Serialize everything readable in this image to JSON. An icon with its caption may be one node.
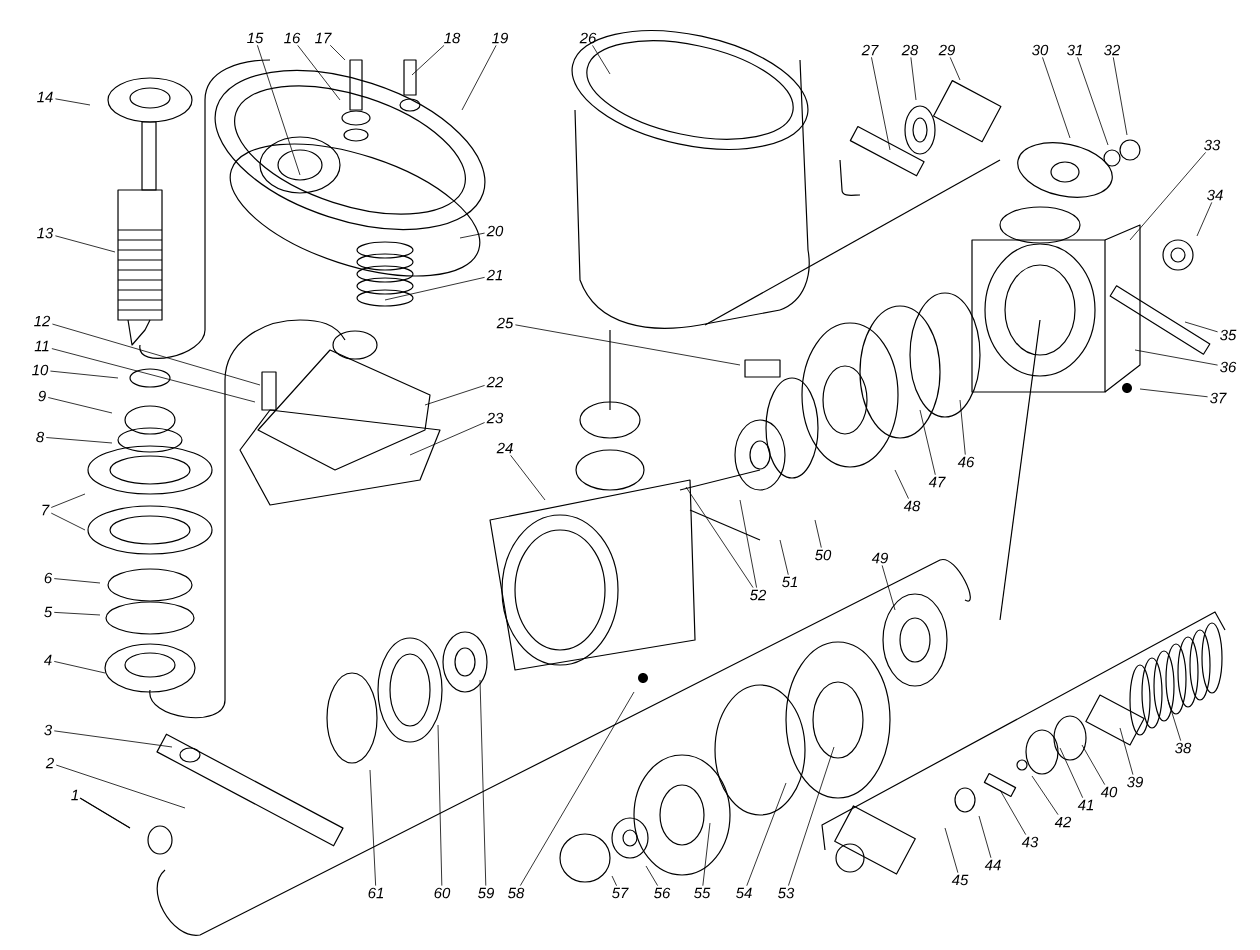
{
  "diagram": {
    "nodes": [
      {
        "text": [
          "1"
        ]
      },
      {
        "text": [
          "2"
        ]
      },
      {
        "text": [
          "3"
        ]
      },
      {
        "text": [
          "4"
        ]
      },
      {
        "text": [
          "5"
        ]
      },
      {
        "text": [
          "6"
        ]
      },
      {
        "text": [
          "7"
        ]
      },
      {
        "text": [
          "8"
        ]
      },
      {
        "text": [
          "9"
        ]
      },
      {
        "text": [
          "10"
        ]
      },
      {
        "text": [
          "11"
        ]
      },
      {
        "text": [
          "12"
        ]
      },
      {
        "text": [
          "13"
        ]
      },
      {
        "text": [
          "14"
        ]
      },
      {
        "text": [
          "15"
        ]
      },
      {
        "text": [
          "16"
        ]
      },
      {
        "text": [
          "17"
        ]
      },
      {
        "text": [
          "18"
        ]
      },
      {
        "text": [
          "19"
        ]
      },
      {
        "text": [
          "20"
        ]
      },
      {
        "text": [
          "21"
        ]
      },
      {
        "text": [
          "22"
        ]
      },
      {
        "text": [
          "23"
        ]
      },
      {
        "text": [
          "24"
        ]
      },
      {
        "text": [
          "25"
        ]
      },
      {
        "text": [
          "26"
        ]
      },
      {
        "text": [
          "27"
        ]
      },
      {
        "text": [
          "28"
        ]
      },
      {
        "text": [
          "29"
        ]
      },
      {
        "text": [
          "30"
        ]
      },
      {
        "text": [
          "31"
        ]
      },
      {
        "text": [
          "32"
        ]
      },
      {
        "text": [
          "33"
        ]
      },
      {
        "text": [
          "34"
        ]
      },
      {
        "text": [
          "35"
        ]
      },
      {
        "text": [
          "36"
        ]
      },
      {
        "text": [
          "37"
        ]
      },
      {
        "text": [
          "38"
        ]
      },
      {
        "text": [
          "39"
        ]
      },
      {
        "text": [
          "40"
        ]
      },
      {
        "text": [
          "41"
        ]
      },
      {
        "text": [
          "42"
        ]
      },
      {
        "text": [
          "43"
        ]
      },
      {
        "text": [
          "44"
        ]
      },
      {
        "text": [
          "45"
        ]
      },
      {
        "text": [
          "46"
        ]
      },
      {
        "text": [
          "47"
        ]
      },
      {
        "text": [
          "48"
        ]
      },
      {
        "text": [
          "49"
        ]
      },
      {
        "text": [
          "50"
        ]
      },
      {
        "text": [
          "51"
        ]
      },
      {
        "text": [
          "52"
        ]
      },
      {
        "text": [
          "53"
        ]
      },
      {
        "text": [
          "54"
        ]
      },
      {
        "text": [
          "55"
        ]
      },
      {
        "text": [
          "56"
        ]
      },
      {
        "text": [
          "57"
        ]
      },
      {
        "text": [
          "58"
        ]
      },
      {
        "text": [
          "59"
        ]
      },
      {
        "text": [
          "60"
        ]
      },
      {
        "text": [
          "61"
        ]
      }
    ],
    "edges": [
      {
        "from": 0,
        "to": null,
        "arrow": "none"
      },
      {
        "from": 1,
        "to": null,
        "arrow": "none"
      },
      {
        "from": 2,
        "to": null,
        "arrow": "none"
      },
      {
        "from": 3,
        "to": null,
        "arrow": "none"
      },
      {
        "from": 4,
        "to": null,
        "arrow": "none"
      },
      {
        "from": 5,
        "to": null,
        "arrow": "none"
      },
      {
        "from": 6,
        "to": null,
        "arrow": "none"
      },
      {
        "from": 6,
        "to": null,
        "arrow": "none"
      },
      {
        "from": 7,
        "to": null,
        "arrow": "none"
      },
      {
        "from": 8,
        "to": null,
        "arrow": "none"
      },
      {
        "from": 9,
        "to": null,
        "arrow": "none"
      },
      {
        "from": 10,
        "to": null,
        "arrow": "none"
      },
      {
        "from": 11,
        "to": null,
        "arrow": "none"
      },
      {
        "from": 12,
        "to": null,
        "arrow": "none"
      },
      {
        "from": 13,
        "to": null,
        "arrow": "none"
      },
      {
        "from": 14,
        "to": null,
        "arrow": "none"
      },
      {
        "from": 15,
        "to": null,
        "arrow": "none"
      },
      {
        "from": 16,
        "to": null,
        "arrow": "none"
      },
      {
        "from": 17,
        "to": null,
        "arrow": "none"
      },
      {
        "from": 18,
        "to": null,
        "arrow": "none"
      },
      {
        "from": 19,
        "to": null,
        "arrow": "none"
      },
      {
        "from": 20,
        "to": null,
        "arrow": "none"
      },
      {
        "from": 21,
        "to": null,
        "arrow": "none"
      },
      {
        "from": 22,
        "to": null,
        "arrow": "none"
      },
      {
        "from": 23,
        "to": null,
        "arrow": "none"
      },
      {
        "from": 24,
        "to": null,
        "arrow": "none"
      },
      {
        "from": 25,
        "to": null,
        "arrow": "none"
      },
      {
        "from": 26,
        "to": null,
        "arrow": "none"
      },
      {
        "from": 27,
        "to": null,
        "arrow": "none"
      },
      {
        "from": 28,
        "to": null,
        "arrow": "none"
      },
      {
        "from": 29,
        "to": null,
        "arrow": "none"
      },
      {
        "from": 30,
        "to": null,
        "arrow": "none"
      },
      {
        "from": 31,
        "to": null,
        "arrow": "none"
      },
      {
        "from": 32,
        "to": null,
        "arrow": "none"
      },
      {
        "from": 33,
        "to": null,
        "arrow": "none"
      },
      {
        "from": 34,
        "to": null,
        "arrow": "none"
      },
      {
        "from": 35,
        "to": null,
        "arrow": "none"
      },
      {
        "from": 36,
        "to": null,
        "arrow": "none"
      },
      {
        "from": 37,
        "to": null,
        "arrow": "none"
      },
      {
        "from": 38,
        "to": null,
        "arrow": "none"
      },
      {
        "from": 39,
        "to": null,
        "arrow": "none"
      },
      {
        "from": 40,
        "to": null,
        "arrow": "none"
      },
      {
        "from": 41,
        "to": null,
        "arrow": "none"
      },
      {
        "from": 42,
        "to": null,
        "arrow": "none"
      },
      {
        "from": 43,
        "to": null,
        "arrow": "none"
      },
      {
        "from": 44,
        "to": null,
        "arrow": "none"
      },
      {
        "from": 45,
        "to": null,
        "arrow": "none"
      },
      {
        "from": 46,
        "to": null,
        "arrow": "none"
      },
      {
        "from": 47,
        "to": null,
        "arrow": "none"
      },
      {
        "from": 48,
        "to": null,
        "arrow": "none"
      },
      {
        "from": 49,
        "to": null,
        "arrow": "none"
      },
      {
        "from": 50,
        "to": null,
        "arrow": "none"
      },
      {
        "from": 51,
        "to": null,
        "arrow": "none"
      },
      {
        "from": 51,
        "to": null,
        "arrow": "none"
      },
      {
        "from": 52,
        "to": null,
        "arrow": "none"
      },
      {
        "from": 53,
        "to": null,
        "arrow": "none"
      },
      {
        "from": 54,
        "to": null,
        "arrow": "none"
      },
      {
        "from": 55,
        "to": null,
        "arrow": "none"
      },
      {
        "from": 56,
        "to": null,
        "arrow": "none"
      },
      {
        "from": 57,
        "to": null,
        "arrow": "none"
      },
      {
        "from": 58,
        "to": null,
        "arrow": "none"
      },
      {
        "from": 59,
        "to": null,
        "arrow": "none"
      },
      {
        "from": 60,
        "to": null,
        "arrow": "none"
      }
    ]
  }
}
